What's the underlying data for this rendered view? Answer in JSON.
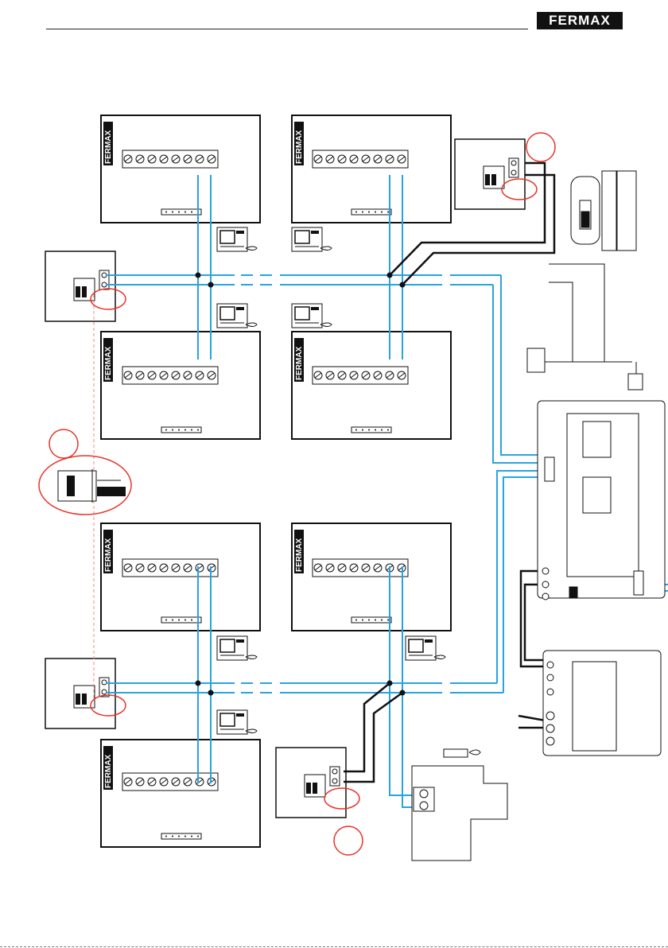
{
  "header": {
    "brand": "FERMAX"
  },
  "monitors": [
    {
      "label": "FERMAX"
    },
    {
      "label": "FERMAX"
    },
    {
      "label": "FERMAX"
    },
    {
      "label": "FERMAX"
    },
    {
      "label": "FERMAX"
    },
    {
      "label": "FERMAX"
    },
    {
      "label": "FERMAX"
    }
  ],
  "colors": {
    "bus": "#29a3e0",
    "wire": "#111111",
    "highlight": "#e8332a",
    "dash": "#f08a80"
  },
  "icons": [
    "handset-monitor-icon",
    "terminal-screw-icon",
    "distributor-icon",
    "power-supply-icon",
    "transformer-icon",
    "lock-icon"
  ]
}
